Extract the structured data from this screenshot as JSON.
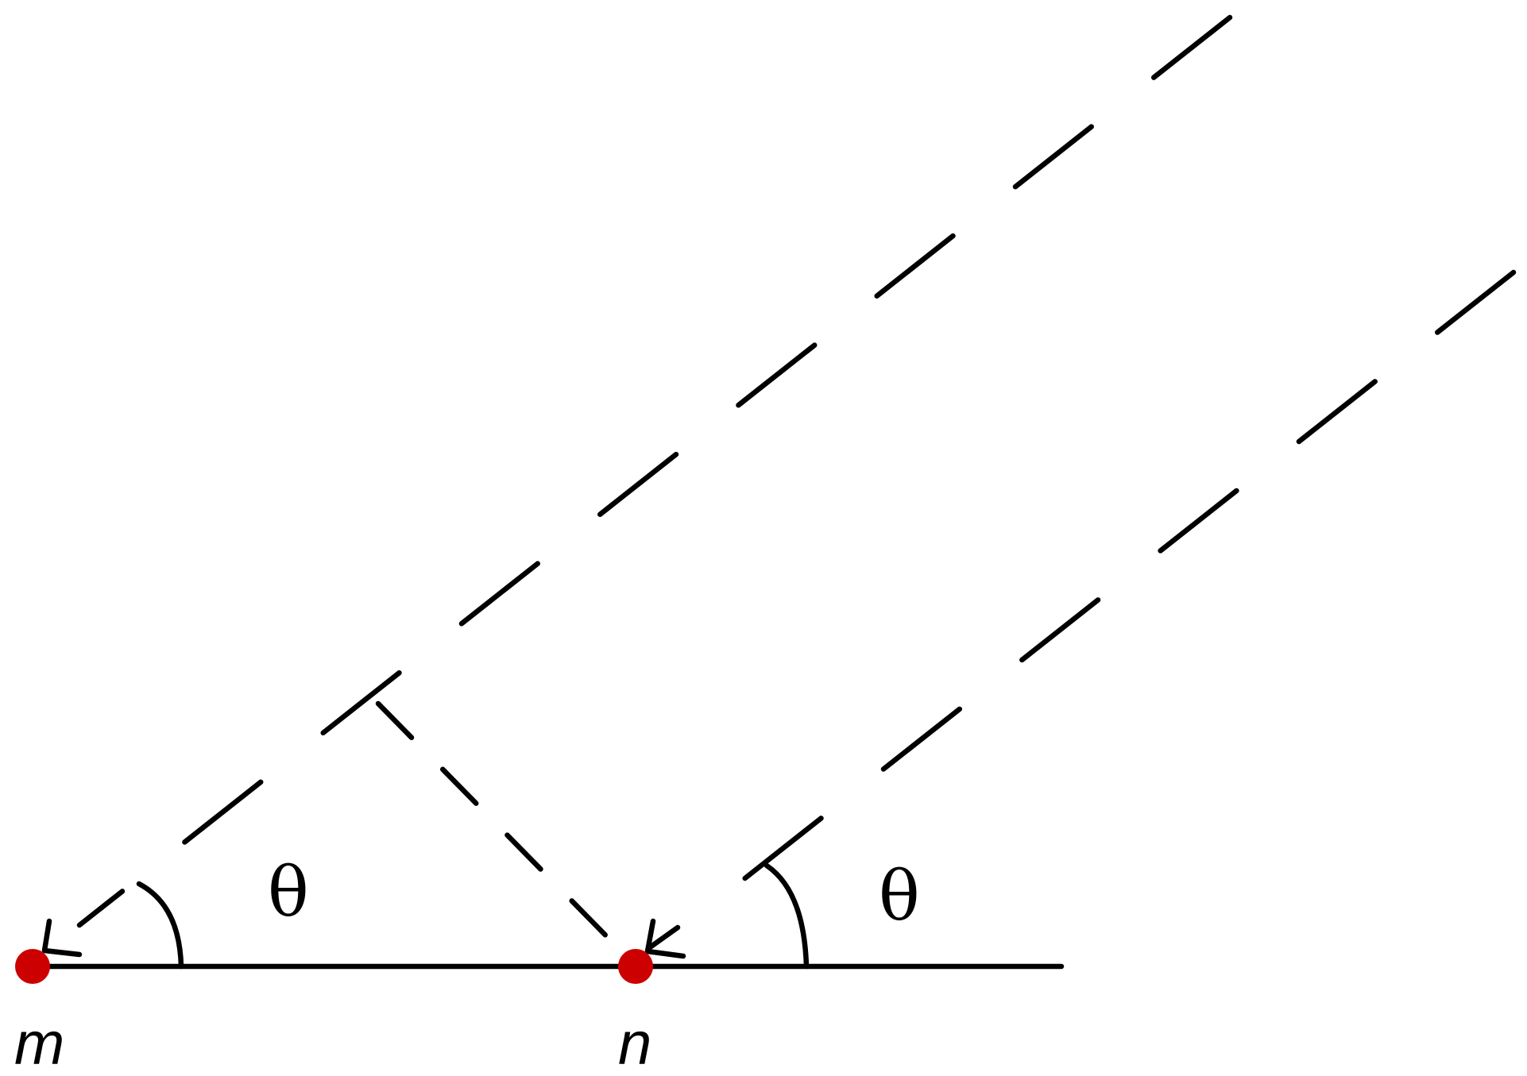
{
  "diagram": {
    "points": [
      {
        "id": "m",
        "label": "m"
      },
      {
        "id": "n",
        "label": "n"
      }
    ],
    "angles": [
      {
        "vertex": "m",
        "label": "θ"
      },
      {
        "vertex": "n",
        "label": "θ"
      }
    ],
    "colors": {
      "line": "#000000",
      "point": "#cc0000",
      "background": "#ffffff"
    }
  }
}
